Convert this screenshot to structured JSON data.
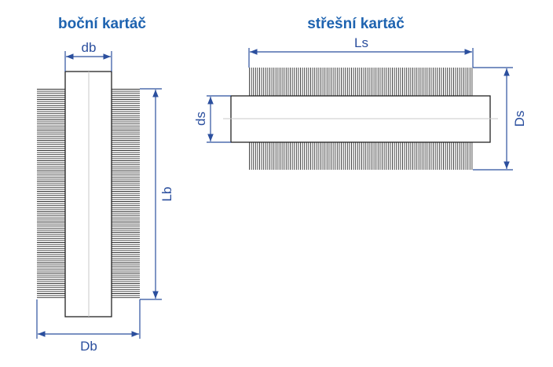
{
  "colors": {
    "title": "#1e63b0",
    "dimension": "#2b4f9e",
    "outline": "#222222",
    "bristle": "#333333",
    "centerline": "#c8c8c8"
  },
  "side_brush": {
    "title": "boční kartáč",
    "inner_diameter_label": "db",
    "length_label": "Lb",
    "outer_diameter_label": "Db"
  },
  "roof_brush": {
    "title": "střešní kartáč",
    "length_label": "Ls",
    "inner_diameter_label": "ds",
    "outer_diameter_label": "Ds"
  }
}
